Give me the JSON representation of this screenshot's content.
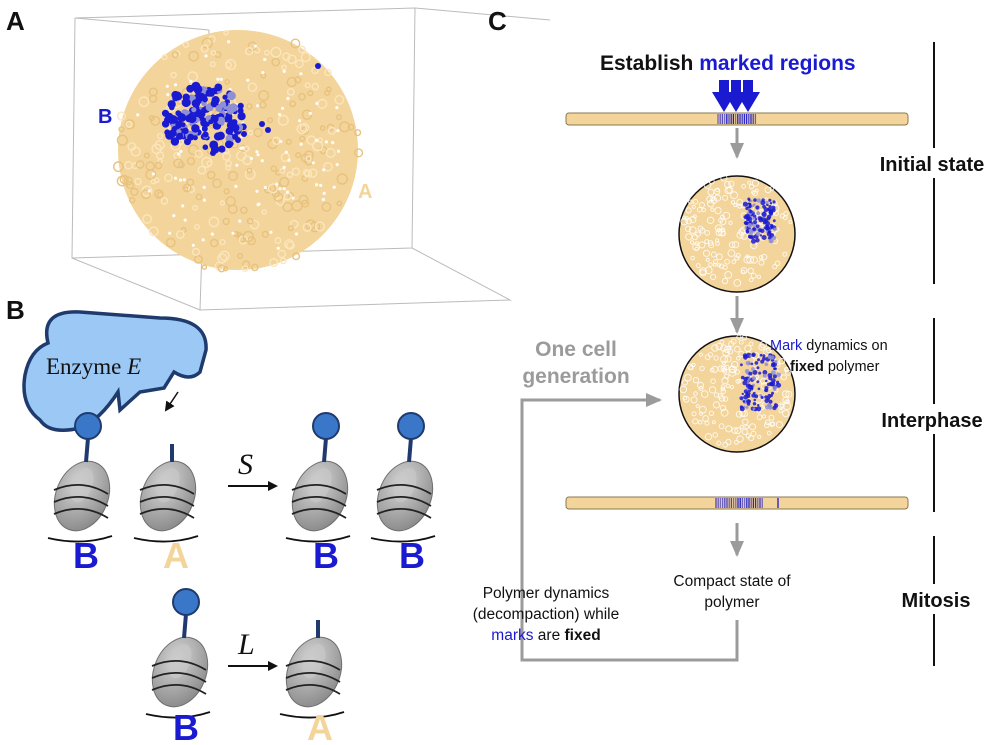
{
  "panels": {
    "a": "A",
    "b": "B",
    "c": "C"
  },
  "colors": {
    "a_region": "#f3d49a",
    "b_region": "#1a1ad0",
    "tail": "#1f3b6e",
    "ball": "#3b77c8",
    "nucleosome": "#a9a9a9",
    "enzyme": "#9cc8f5",
    "arrow_gray": "#9b9b9b"
  },
  "panel_a": {
    "label_b": "B",
    "label_a": "A"
  },
  "panel_b": {
    "enzyme_text": "Enzyme ",
    "enzyme_symbol": "E",
    "spread_rate": "S",
    "loss_rate": "L",
    "top_row": [
      "B",
      "A",
      "B",
      "B"
    ],
    "bottom_row": [
      "B",
      "A"
    ]
  },
  "panel_c": {
    "establish_prefix": "Establish ",
    "establish_highlight": "marked regions",
    "initial_state": "Initial state",
    "interphase": "Interphase",
    "mitosis": "Mitosis",
    "one_cell_1": "One cell",
    "one_cell_2": "generation",
    "mark_word": "Mark",
    "mark_rest_1": " dynamics on",
    "fixed_word_1": "fixed",
    "mark_rest_2": " polymer",
    "compact_1": "Compact state of",
    "compact_2": "polymer",
    "poly_1": "Polymer dynamics",
    "poly_2": "(decompaction) while",
    "poly_marks": "marks",
    "poly_mid": " are ",
    "poly_fixed": "fixed"
  }
}
